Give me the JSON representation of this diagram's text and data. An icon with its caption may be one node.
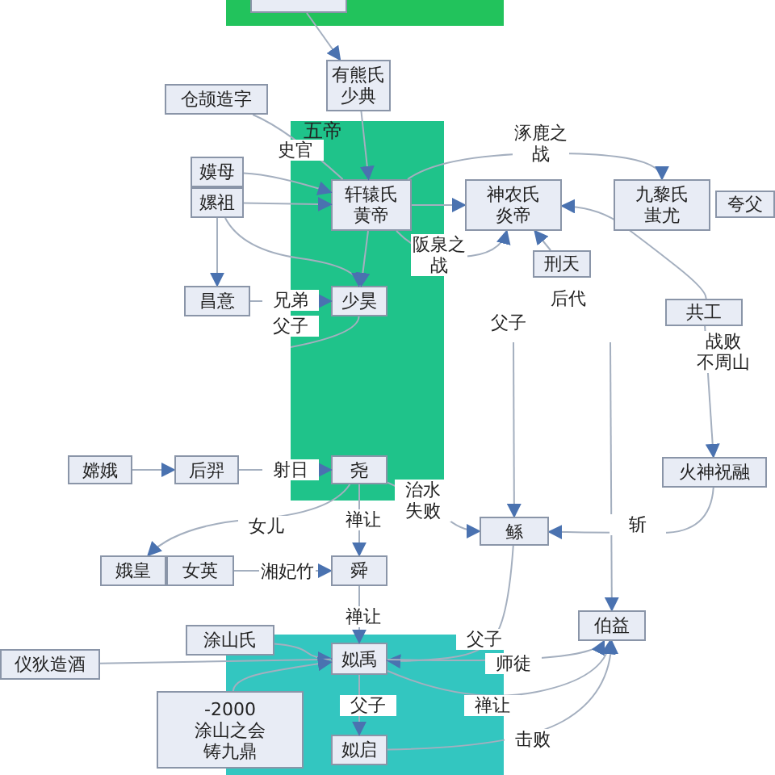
{
  "diagram": {
    "nodes": [
      {
        "text": [],
        "shape": "box"
      },
      {
        "text": [],
        "shape": "box",
        "in": 0
      },
      {
        "text": [
          "有熊氏少典"
        ]
      },
      {
        "text": [
          "仓颉造字"
        ]
      },
      {
        "text": [
          "五帝"
        ]
      },
      {
        "text": [
          "嫫母"
        ]
      },
      {
        "text": [
          "嫘祖"
        ]
      },
      {
        "text": [
          "轩辕氏黄帝"
        ],
        "in": 4
      },
      {
        "text": [
          "神农氏炎帝"
        ]
      },
      {
        "text": [
          "九黎氏蚩尤"
        ]
      },
      {
        "text": [
          "夸父"
        ]
      },
      {
        "text": [
          "刑天"
        ]
      },
      {
        "text": [
          "昌意"
        ]
      },
      {
        "text": [
          "少昊"
        ],
        "in": 4
      },
      {
        "text": [
          "共工"
        ]
      },
      {
        "text": [
          "嫦娥"
        ]
      },
      {
        "text": [
          "后羿"
        ]
      },
      {
        "text": [
          "尧"
        ],
        "in": 4
      },
      {
        "text": [
          "火神祝融"
        ]
      },
      {
        "text": [
          "鲧"
        ]
      },
      {
        "text": [
          "娥皇"
        ]
      },
      {
        "text": [
          "女英"
        ]
      },
      {
        "text": [
          "舜"
        ]
      },
      {
        "text": [
          "伯益"
        ]
      },
      {
        "text": [],
        "shape": "box"
      },
      {
        "text": [
          "涂山氏"
        ]
      },
      {
        "text": [
          "仪狄造酒"
        ]
      },
      {
        "text": [
          "姒禹"
        ],
        "in": 24
      },
      {
        "text": [
          "-2000",
          "涂山之会",
          "铸九鼎"
        ]
      },
      {
        "text": [
          "姒启"
        ],
        "in": 24
      }
    ],
    "edges": [
      {
        "from": 1,
        "to": 2,
        "arrow": "to"
      },
      {
        "from": 2,
        "to": 7,
        "arrow": "to"
      },
      {
        "from": 3,
        "to": 7,
        "arrow": "none",
        "label": "史官"
      },
      {
        "from": 5,
        "to": 7,
        "arrow": "to"
      },
      {
        "from": 6,
        "to": 7,
        "arrow": "to"
      },
      {
        "from": 6,
        "to": 12,
        "arrow": "to"
      },
      {
        "from": 6,
        "to": 13,
        "arrow": "to"
      },
      {
        "from": 7,
        "to": 13,
        "arrow": "to"
      },
      {
        "from": 7,
        "to": 9,
        "arrow": "to",
        "label": "涿鹿之战"
      },
      {
        "from": 7,
        "to": 8,
        "arrow": "to"
      },
      {
        "from": 7,
        "to": 8,
        "arrow": "to",
        "label": "阪泉之战"
      },
      {
        "from": 11,
        "to": 8,
        "arrow": "to"
      },
      {
        "from": 14,
        "to": 8,
        "arrow": "to"
      },
      {
        "from": 12,
        "to": 13,
        "arrow": "to",
        "label": "兄弟"
      },
      {
        "from": 13,
        "to": null,
        "arrow": "none",
        "label": "父子"
      },
      {
        "from": null,
        "to": 19,
        "arrow": "to",
        "label": "父子"
      },
      {
        "from": null,
        "to": 23,
        "arrow": "to",
        "label": "后代"
      },
      {
        "from": 14,
        "to": 18,
        "arrow": "to",
        "label": "战败不周山"
      },
      {
        "from": 18,
        "to": 19,
        "arrow": "to",
        "label": "斩"
      },
      {
        "from": 15,
        "to": 16,
        "arrow": "to"
      },
      {
        "from": 16,
        "to": 17,
        "arrow": "to",
        "label": "射日"
      },
      {
        "from": 17,
        "to": 22,
        "arrow": "to",
        "label": "禅让"
      },
      {
        "from": 17,
        "to": 20,
        "arrow": "to",
        "label": "女儿"
      },
      {
        "from": 21,
        "to": 22,
        "arrow": "to",
        "label": "湘妃竹"
      },
      {
        "from": 22,
        "to": 27,
        "arrow": "to",
        "label": "禅让"
      },
      {
        "from": 17,
        "to": 19,
        "arrow": "to",
        "label": "治水失败"
      },
      {
        "from": 19,
        "to": 27,
        "arrow": "to",
        "label": "父子"
      },
      {
        "from": 27,
        "to": 23,
        "arrow": "to",
        "label": "师徒"
      },
      {
        "from": 27,
        "to": 23,
        "arrow": "to",
        "label": "禅让"
      },
      {
        "from": 29,
        "to": 23,
        "arrow": "to",
        "label": "击败"
      },
      {
        "from": 25,
        "to": 27,
        "arrow": "to"
      },
      {
        "from": 26,
        "to": 27,
        "arrow": "none"
      },
      {
        "from": 28,
        "to": 27,
        "arrow": "to"
      },
      {
        "from": 27,
        "to": 29,
        "arrow": "to",
        "label": "父子"
      }
    ]
  }
}
